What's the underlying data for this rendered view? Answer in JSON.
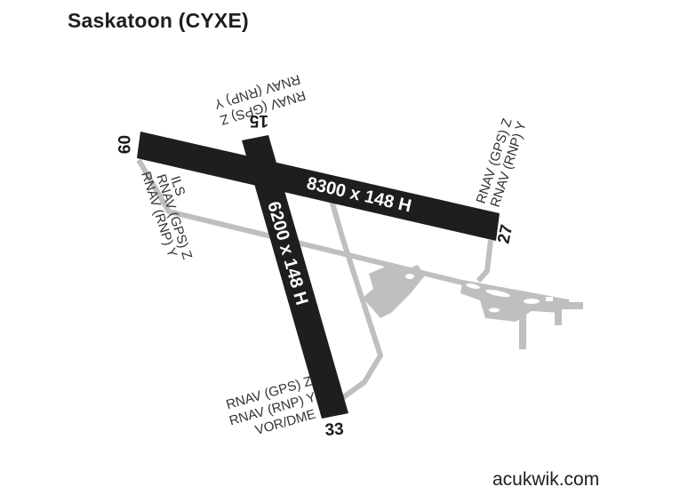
{
  "header": {
    "title": "Saskatoon (CYXE)"
  },
  "footer": {
    "source": "acukwik.com"
  },
  "colors": {
    "runway": "#1e1e1e",
    "taxiway": "#bfbfbf",
    "text": "#333333",
    "background": "#ffffff"
  },
  "runways": [
    {
      "id": "09-27",
      "dimensions": "8300 x 148 H",
      "ends": [
        {
          "number": "09",
          "approaches": [
            "ILS",
            "RNAV (GPS) Z",
            "RNAV (RNP) Y"
          ]
        },
        {
          "number": "27",
          "approaches": [
            "RNAV (GPS) Z",
            "RNAV (RNP) Y"
          ]
        }
      ]
    },
    {
      "id": "15-33",
      "dimensions": "6200 x 148 H",
      "ends": [
        {
          "number": "15",
          "approaches": [
            "RNAV (RNP) Y",
            "RNAV (GPS) Z"
          ]
        },
        {
          "number": "33",
          "approaches": [
            "RNAV (GPS) Z",
            "RNAV (RNP) Y",
            "VOR/DME"
          ]
        }
      ]
    }
  ]
}
